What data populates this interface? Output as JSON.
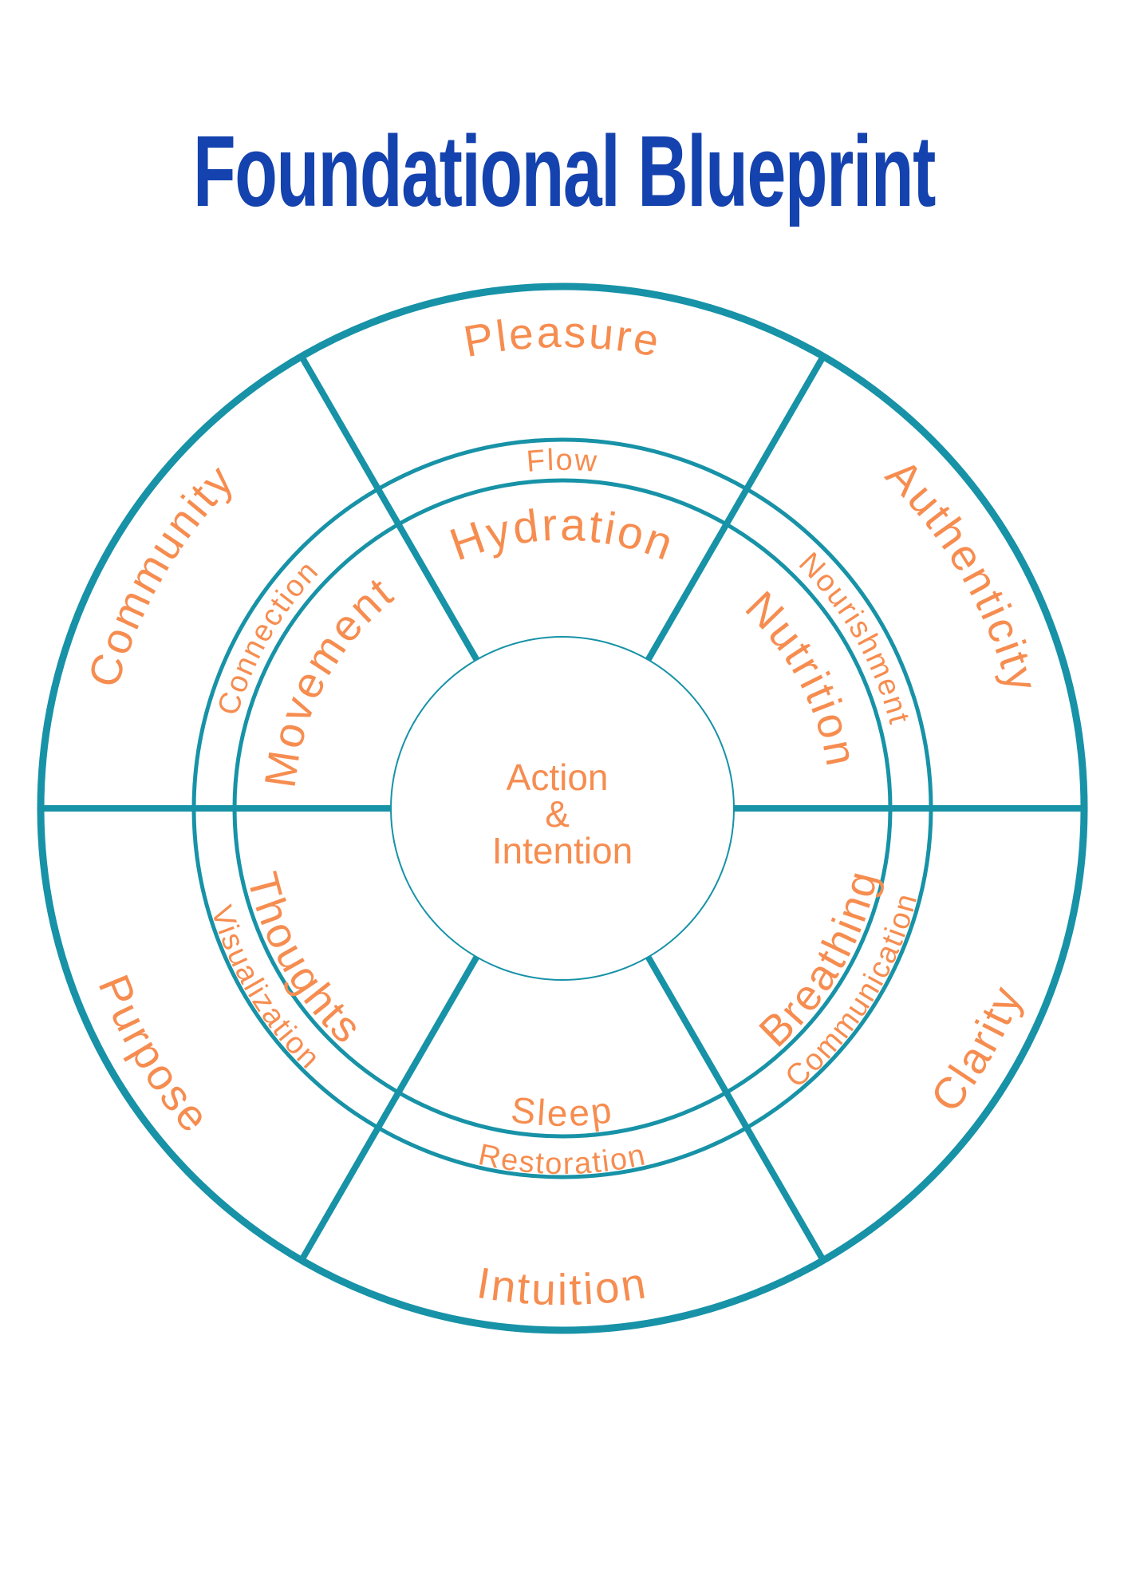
{
  "title": "Foundational Blueprint",
  "colors": {
    "ring_stroke_teal": "#1792A7",
    "label_orange": "#F68D50",
    "title_blue": "#1442AE",
    "background": "#FFFFFF"
  },
  "wheel": {
    "center": {
      "line1": "Action",
      "line2": "&",
      "line3": "Intention"
    },
    "outer_ring": [
      "Pleasure",
      "Authenticity",
      "Clarity",
      "Intuition",
      "Purpose",
      "Community"
    ],
    "middle_ring": [
      "Flow",
      "Nourishment",
      "Communication",
      "Restoration",
      "Visualization",
      "Connection"
    ],
    "inner_ring": [
      "Hydration",
      "Nutrition",
      "Breathing",
      "Sleep",
      "Thoughts",
      "Movement"
    ]
  }
}
